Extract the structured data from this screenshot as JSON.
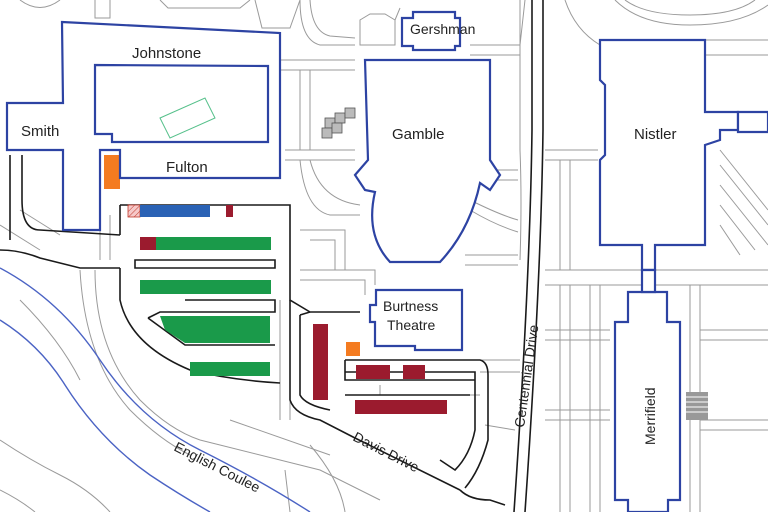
{
  "colors": {
    "building_outline": "#2d43a3",
    "creek": "#4b63c4",
    "road": "#1a1a1a",
    "walkway": "#9a9a9a",
    "lot_green": "#1a9a4a",
    "lot_red": "#9b1b2e",
    "lot_blue": "#2a62b5",
    "lot_orange": "#f47b20",
    "lot_pink_hatch": "#e8a0a0",
    "field_outline": "#55c08a"
  },
  "buildings": {
    "gershman": "Gershman",
    "johnstone": "Johnstone",
    "smith": "Smith",
    "fulton": "Fulton",
    "gamble": "Gamble",
    "nistler": "Nistler",
    "burtness_line1": "Burtness",
    "burtness_line2": "Theatre",
    "merrifield": "Merrifield"
  },
  "roads": {
    "centennial": "Centennial Drive",
    "davis": "Davis Drive"
  },
  "water": {
    "english_coulee": "English Coulee"
  },
  "icons": {
    "recycle_bins": "recycle-bins-icon",
    "stairs": "stairs-icon"
  }
}
